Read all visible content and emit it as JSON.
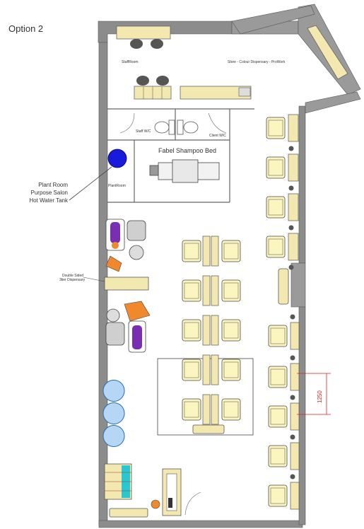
{
  "title": "Option 2",
  "rooms": {
    "staff_room": "StaffRoom",
    "store": "Store - Colour Dispensary - ProWork",
    "staff_wc": "Staff W/C",
    "client_wc": "Client W/C",
    "plant_room": "PlantRoom",
    "shampoo_bed": "Fabel Shampoo Bed"
  },
  "annotations": {
    "hot_water_tank": [
      "Plant Room",
      "Purpose Salon",
      "Hot Water Tank"
    ],
    "dispensary": [
      "Double Sided",
      "3tier Dispensary"
    ],
    "dimension": "1250"
  },
  "colors": {
    "wall": "#8c8c8c",
    "chair": "#fbf6bf",
    "chair_edge": "#4a4a4a",
    "tank": "#1a1adb",
    "dimension": "#e31b1b",
    "cushion": "#b5d7f5",
    "purple": "#7a2fb3",
    "orange": "#f0892d",
    "desk": "#f3e8b0"
  }
}
